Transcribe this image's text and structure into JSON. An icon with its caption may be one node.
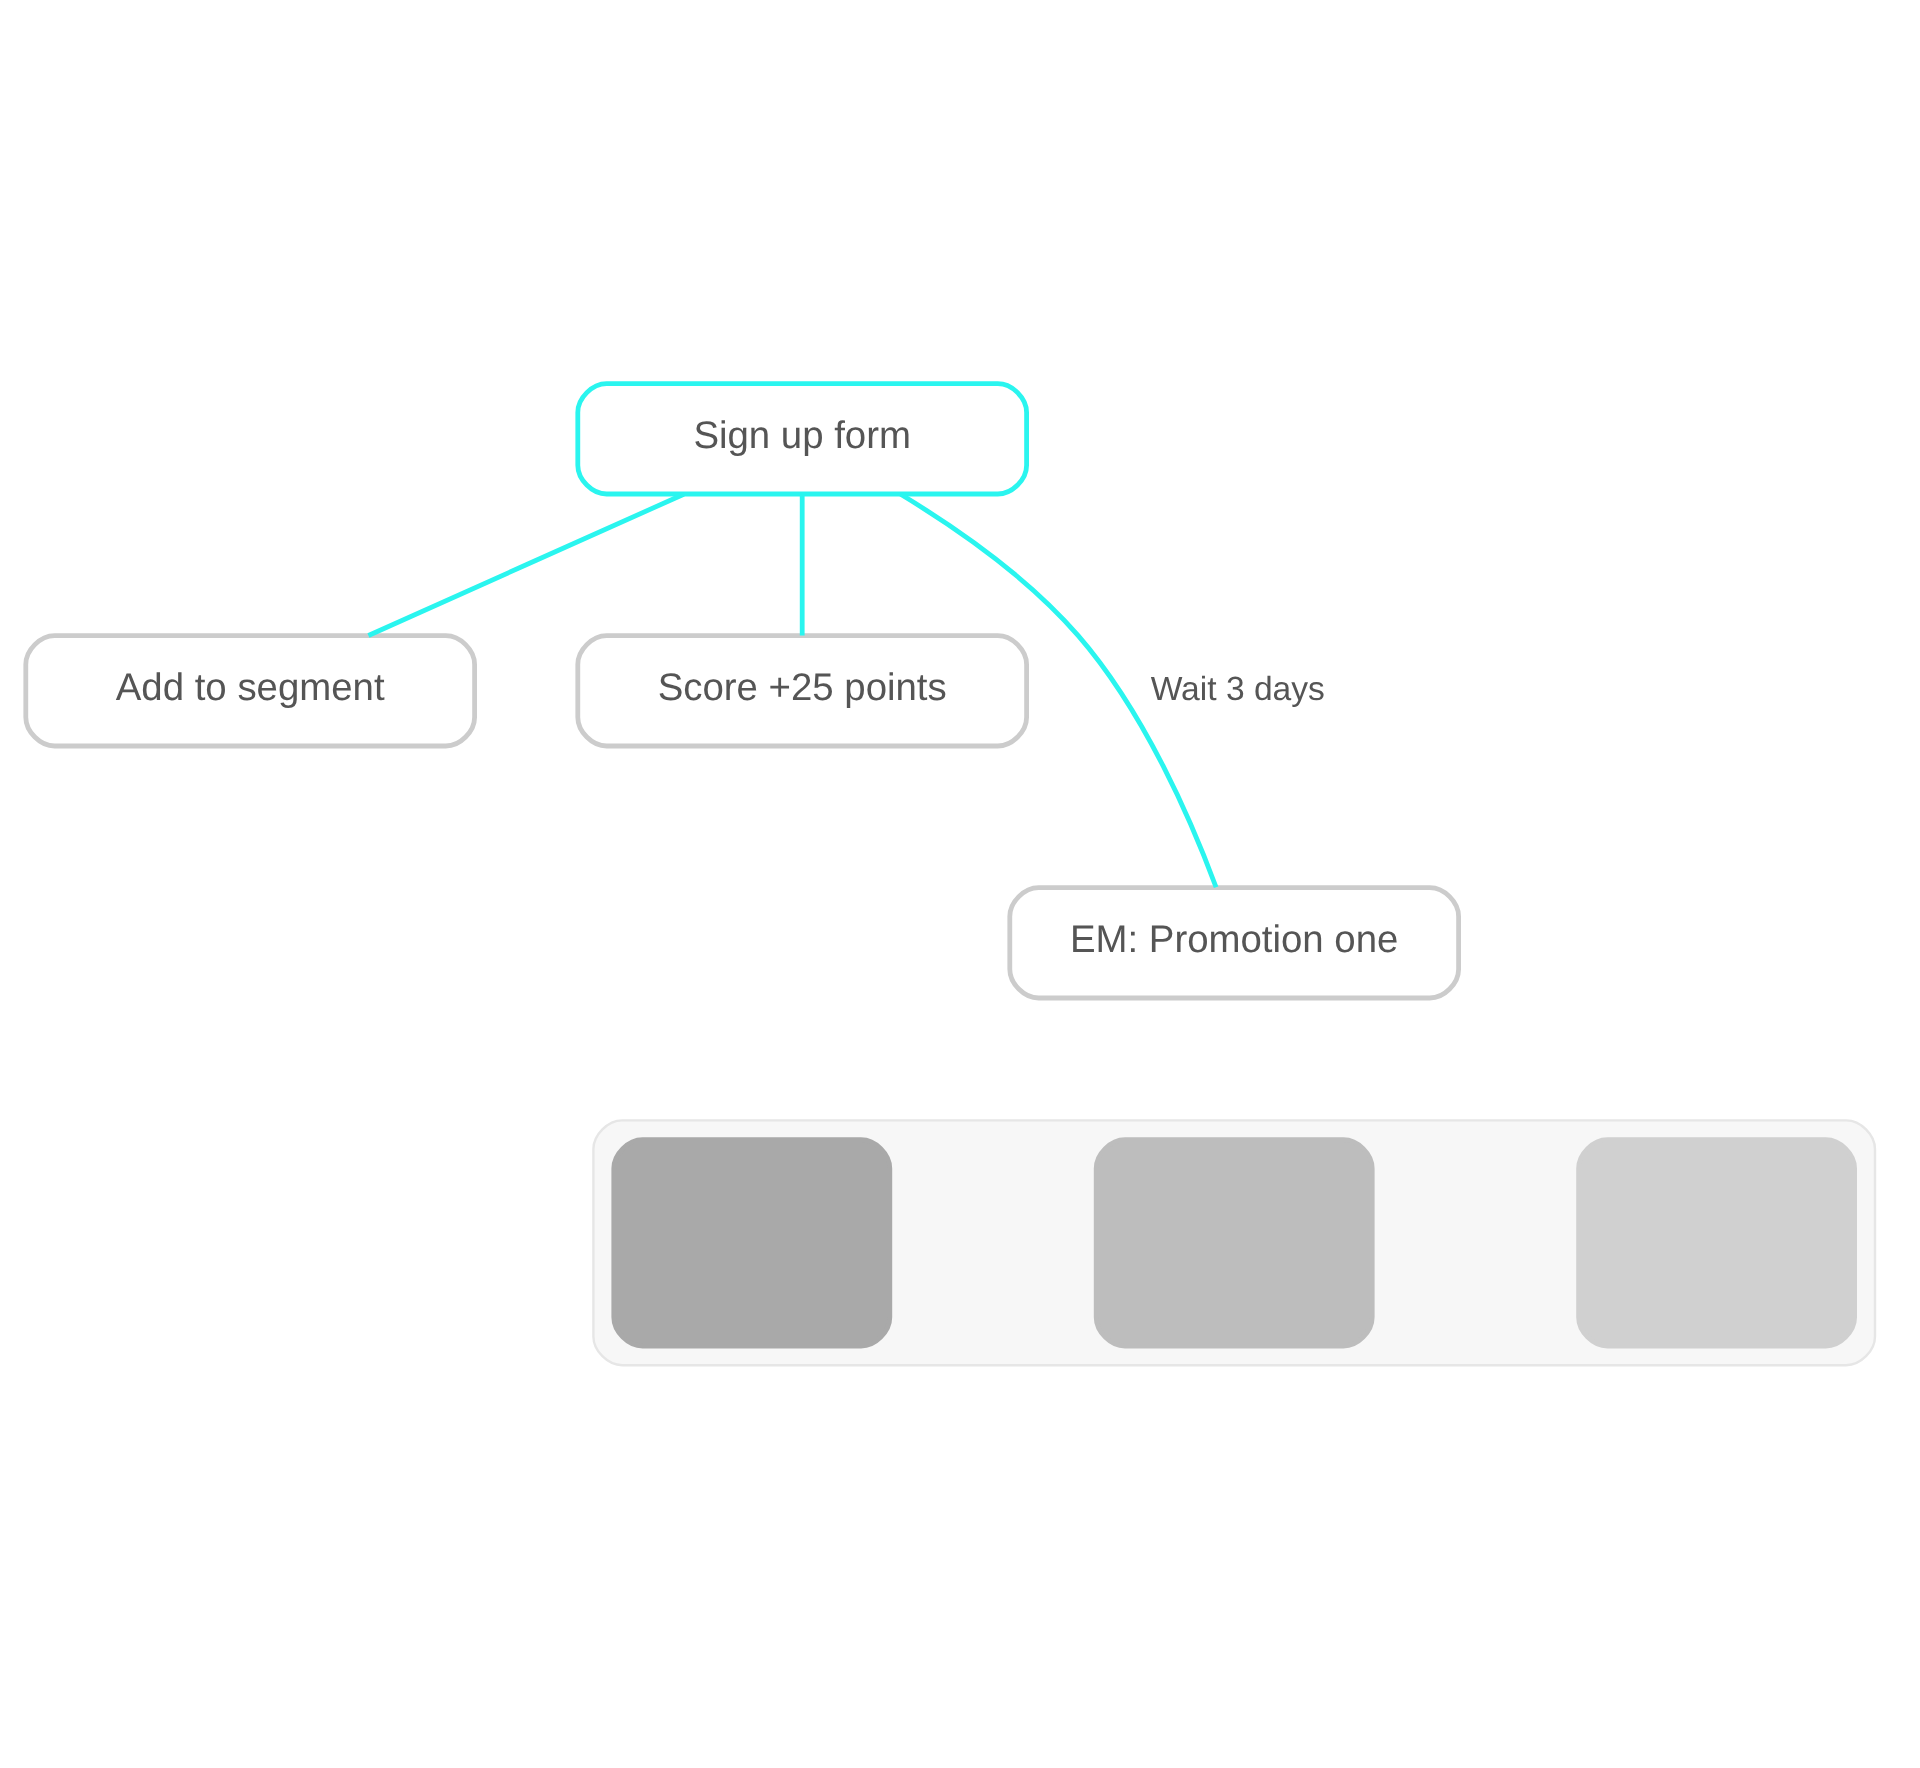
{
  "diagram": {
    "nodes": [
      {
        "text": [
          "Sign up form"
        ]
      },
      {
        "text": [
          "Add to segment"
        ]
      },
      {
        "text": [
          "Score +25 points"
        ]
      },
      {
        "text": [
          "EM: Promotion one"
        ]
      },
      {
        "text": [],
        "shape": "box"
      },
      {
        "text": [],
        "shape": "box",
        "in": 4
      },
      {
        "text": [],
        "shape": "box",
        "in": 4
      },
      {
        "text": [],
        "shape": "box",
        "in": 4
      }
    ],
    "edges": [
      {
        "from": 0,
        "to": 1,
        "arrow": "none"
      },
      {
        "from": 0,
        "to": 3,
        "arrow": "none",
        "label": "Wait 3 days"
      },
      {
        "from": 0,
        "to": 2,
        "arrow": "none"
      }
    ]
  }
}
